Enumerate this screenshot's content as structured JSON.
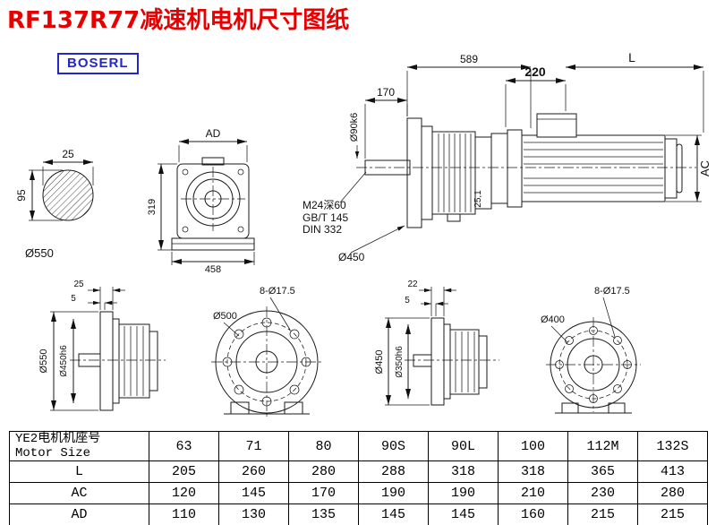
{
  "colors": {
    "titleRed": "#e60000",
    "logoBlue": "#2328c8"
  },
  "page": {
    "title": "RF137R77减速机电机尺寸图纸",
    "logo": "BOSERL"
  },
  "dims": {
    "section": {
      "w": "25",
      "h": "95",
      "dia": "Ø550"
    },
    "front": {
      "ad": "AD",
      "h": "319",
      "w": "458"
    },
    "side": {
      "total": "589",
      "shaft_len": "170",
      "shaft_dia": "Ø90k6",
      "tap": "M24深60",
      "std1": "GB/T 145",
      "std2": "DIN 332",
      "flange_dia": "Ø450",
      "key": "25,1"
    },
    "motor": {
      "front_len": "220",
      "len": "L",
      "ac": "AC"
    },
    "flange1": {
      "t1": "25",
      "t2": "5",
      "od": "Ø550",
      "spigot": "Ø450h6",
      "holes": "8-Ø17.5",
      "bc": "Ø500"
    },
    "flange2": {
      "t1": "22",
      "t2": "5",
      "od": "Ø450",
      "spigot": "Ø350h6",
      "holes": "8-Ø17.5",
      "bc": "Ø400"
    }
  },
  "table": {
    "header": {
      "line1": "YE2电机机座号",
      "line2": "Motor Size"
    },
    "cols": [
      "63",
      "71",
      "80",
      "90S",
      "90L",
      "100",
      "112M",
      "132S"
    ],
    "rows": [
      {
        "label": "L",
        "values": [
          "205",
          "260",
          "280",
          "288",
          "318",
          "318",
          "365",
          "413"
        ]
      },
      {
        "label": "AC",
        "values": [
          "120",
          "145",
          "170",
          "190",
          "190",
          "210",
          "230",
          "280"
        ]
      },
      {
        "label": "AD",
        "values": [
          "110",
          "130",
          "135",
          "145",
          "145",
          "160",
          "215",
          "215"
        ]
      }
    ]
  }
}
